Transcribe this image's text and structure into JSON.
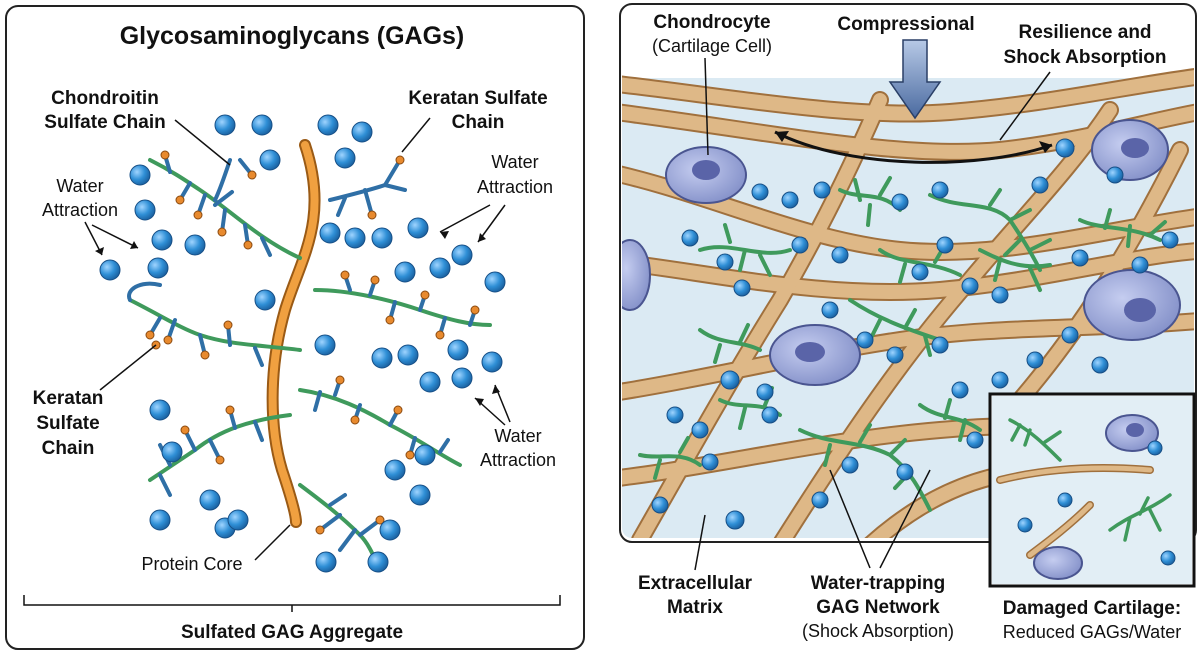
{
  "left_panel": {
    "title": "Glycosaminoglycans (GAGs)",
    "label_chondroitin": [
      "Chondroitin",
      "Sulfate Chain"
    ],
    "label_keratan_top": [
      "Keratan Sulfate",
      "Chain"
    ],
    "label_water_left": [
      "Water",
      "Attraction"
    ],
    "label_water_right_top": [
      "Water",
      "Attraction"
    ],
    "label_keratan_left": [
      "Keratan",
      "Sulfate",
      "Chain"
    ],
    "label_water_right_bottom": [
      "Water",
      "Attraction"
    ],
    "label_protein_core": "Protein Core",
    "footer": "Sulfated GAG Aggregate"
  },
  "right_panel": {
    "label_chondrocyte": [
      "Chondrocyte",
      "(Cartilage Cell)"
    ],
    "label_compressional": "Compressional",
    "label_resilience": [
      "Resilience and",
      "Shock Absorption"
    ],
    "label_ecm": [
      "Extracellular",
      "Matrix"
    ],
    "label_gag_network": [
      "Water-trapping",
      "GAG Network",
      "(Shock Absorption)"
    ],
    "label_damaged": [
      "Damaged Cartilage:",
      "Reduced GAGs/Water"
    ]
  },
  "colors": {
    "water": "#2f8fd6",
    "gag_green": "#3f9a5c",
    "gag_blue": "#2f6fa6",
    "sulfate_orange": "#e88a2e",
    "protein_core": "#f0a040",
    "fiber": "#deb887",
    "cell": "#8f9cd0",
    "matrix_bg": "#dbeaf3"
  }
}
